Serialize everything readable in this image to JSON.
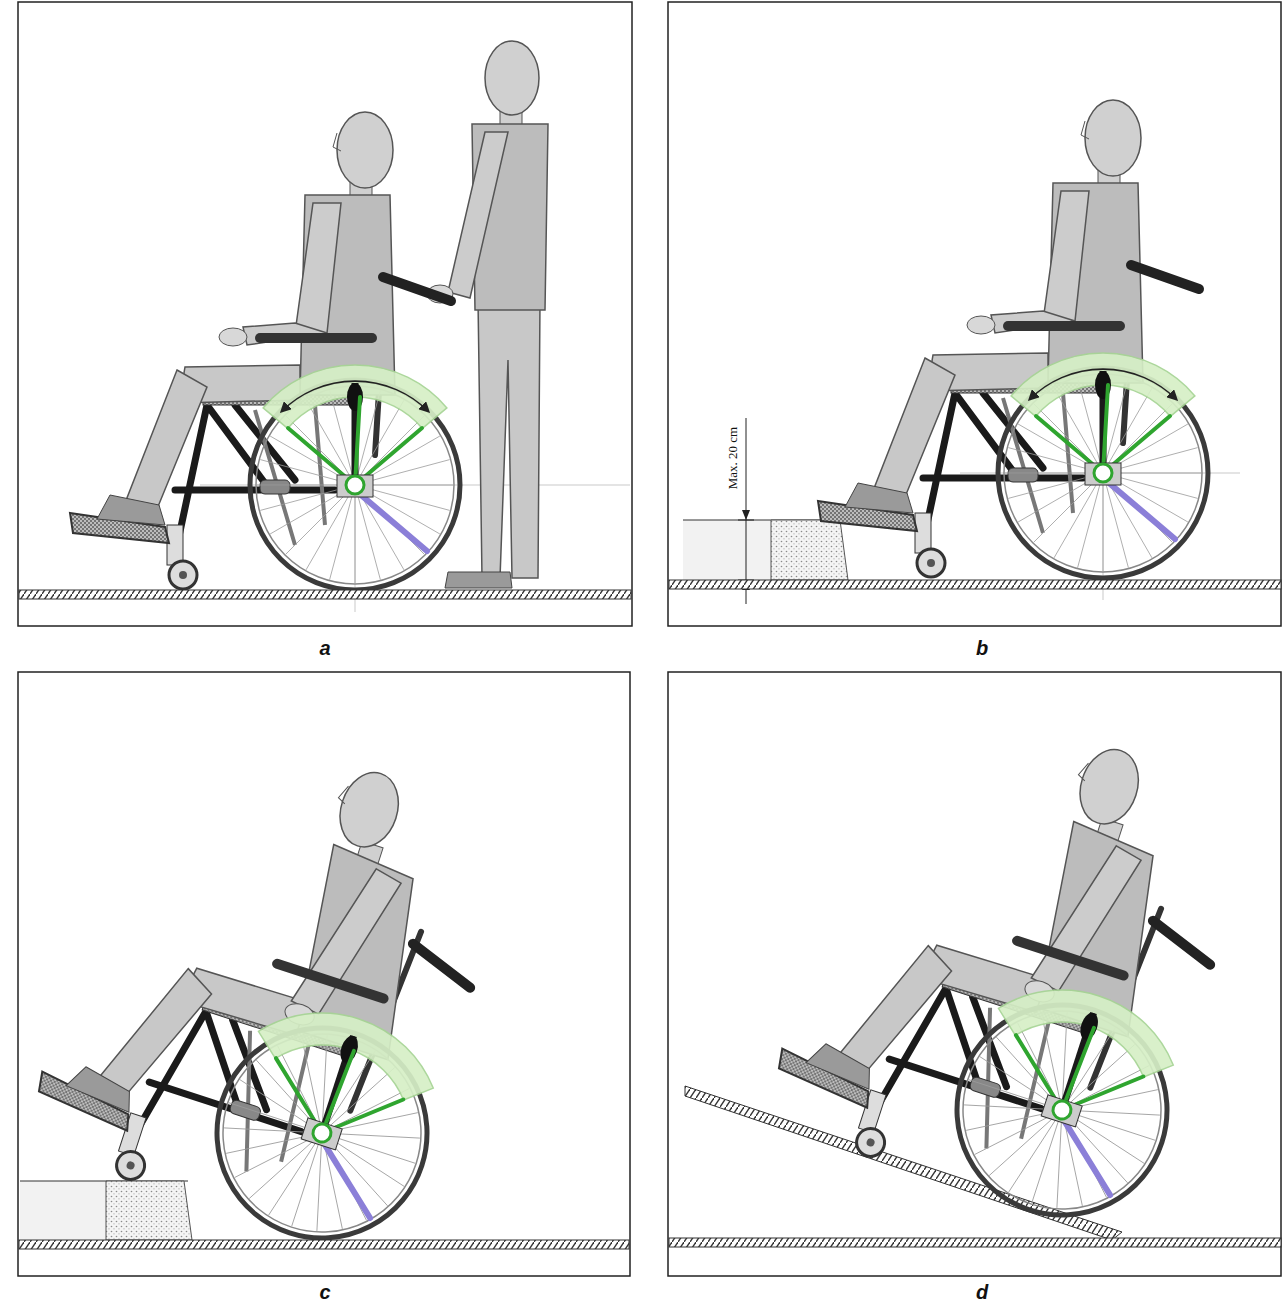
{
  "diagram": {
    "labels": [
      "a",
      "Max. 20 cm",
      "b",
      "c",
      "d"
    ]
  }
}
